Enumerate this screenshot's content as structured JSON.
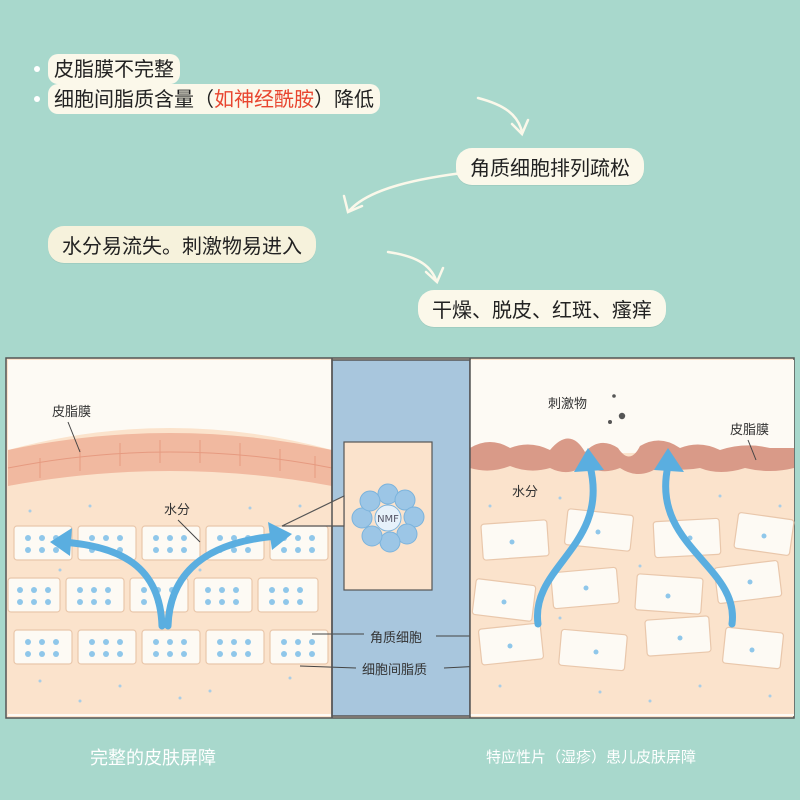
{
  "top_notes": {
    "line1": "皮脂膜不完整",
    "line2_prefix": "细胞间脂质含量（",
    "line2_highlight": "如神经酰胺",
    "line2_suffix": "）降低"
  },
  "steps": {
    "step1": "角质细胞排列疏松",
    "step2": "水分易流失。刺激物易进入",
    "step3": "干燥、脱皮、红斑、瘙痒"
  },
  "left_panel": {
    "sebum_label": "皮脂膜",
    "water_label": "水分",
    "caption": "完整的皮肤屏障"
  },
  "middle_panel": {
    "nmf_label": "NMF",
    "corneocyte_label": "角质细胞",
    "lipid_label": "细胞间脂质"
  },
  "right_panel": {
    "irritant_label": "刺激物",
    "sebum_label": "皮脂膜",
    "water_label": "水分",
    "caption": "特应性片（湿疹）患儿皮肤屏障"
  },
  "colors": {
    "background": "#a8d8cc",
    "highlight": "#e8452f",
    "arrow_blue": "#5aaee0",
    "skin": "#fbe3cc",
    "panel_mid": "#a8c6dd"
  }
}
